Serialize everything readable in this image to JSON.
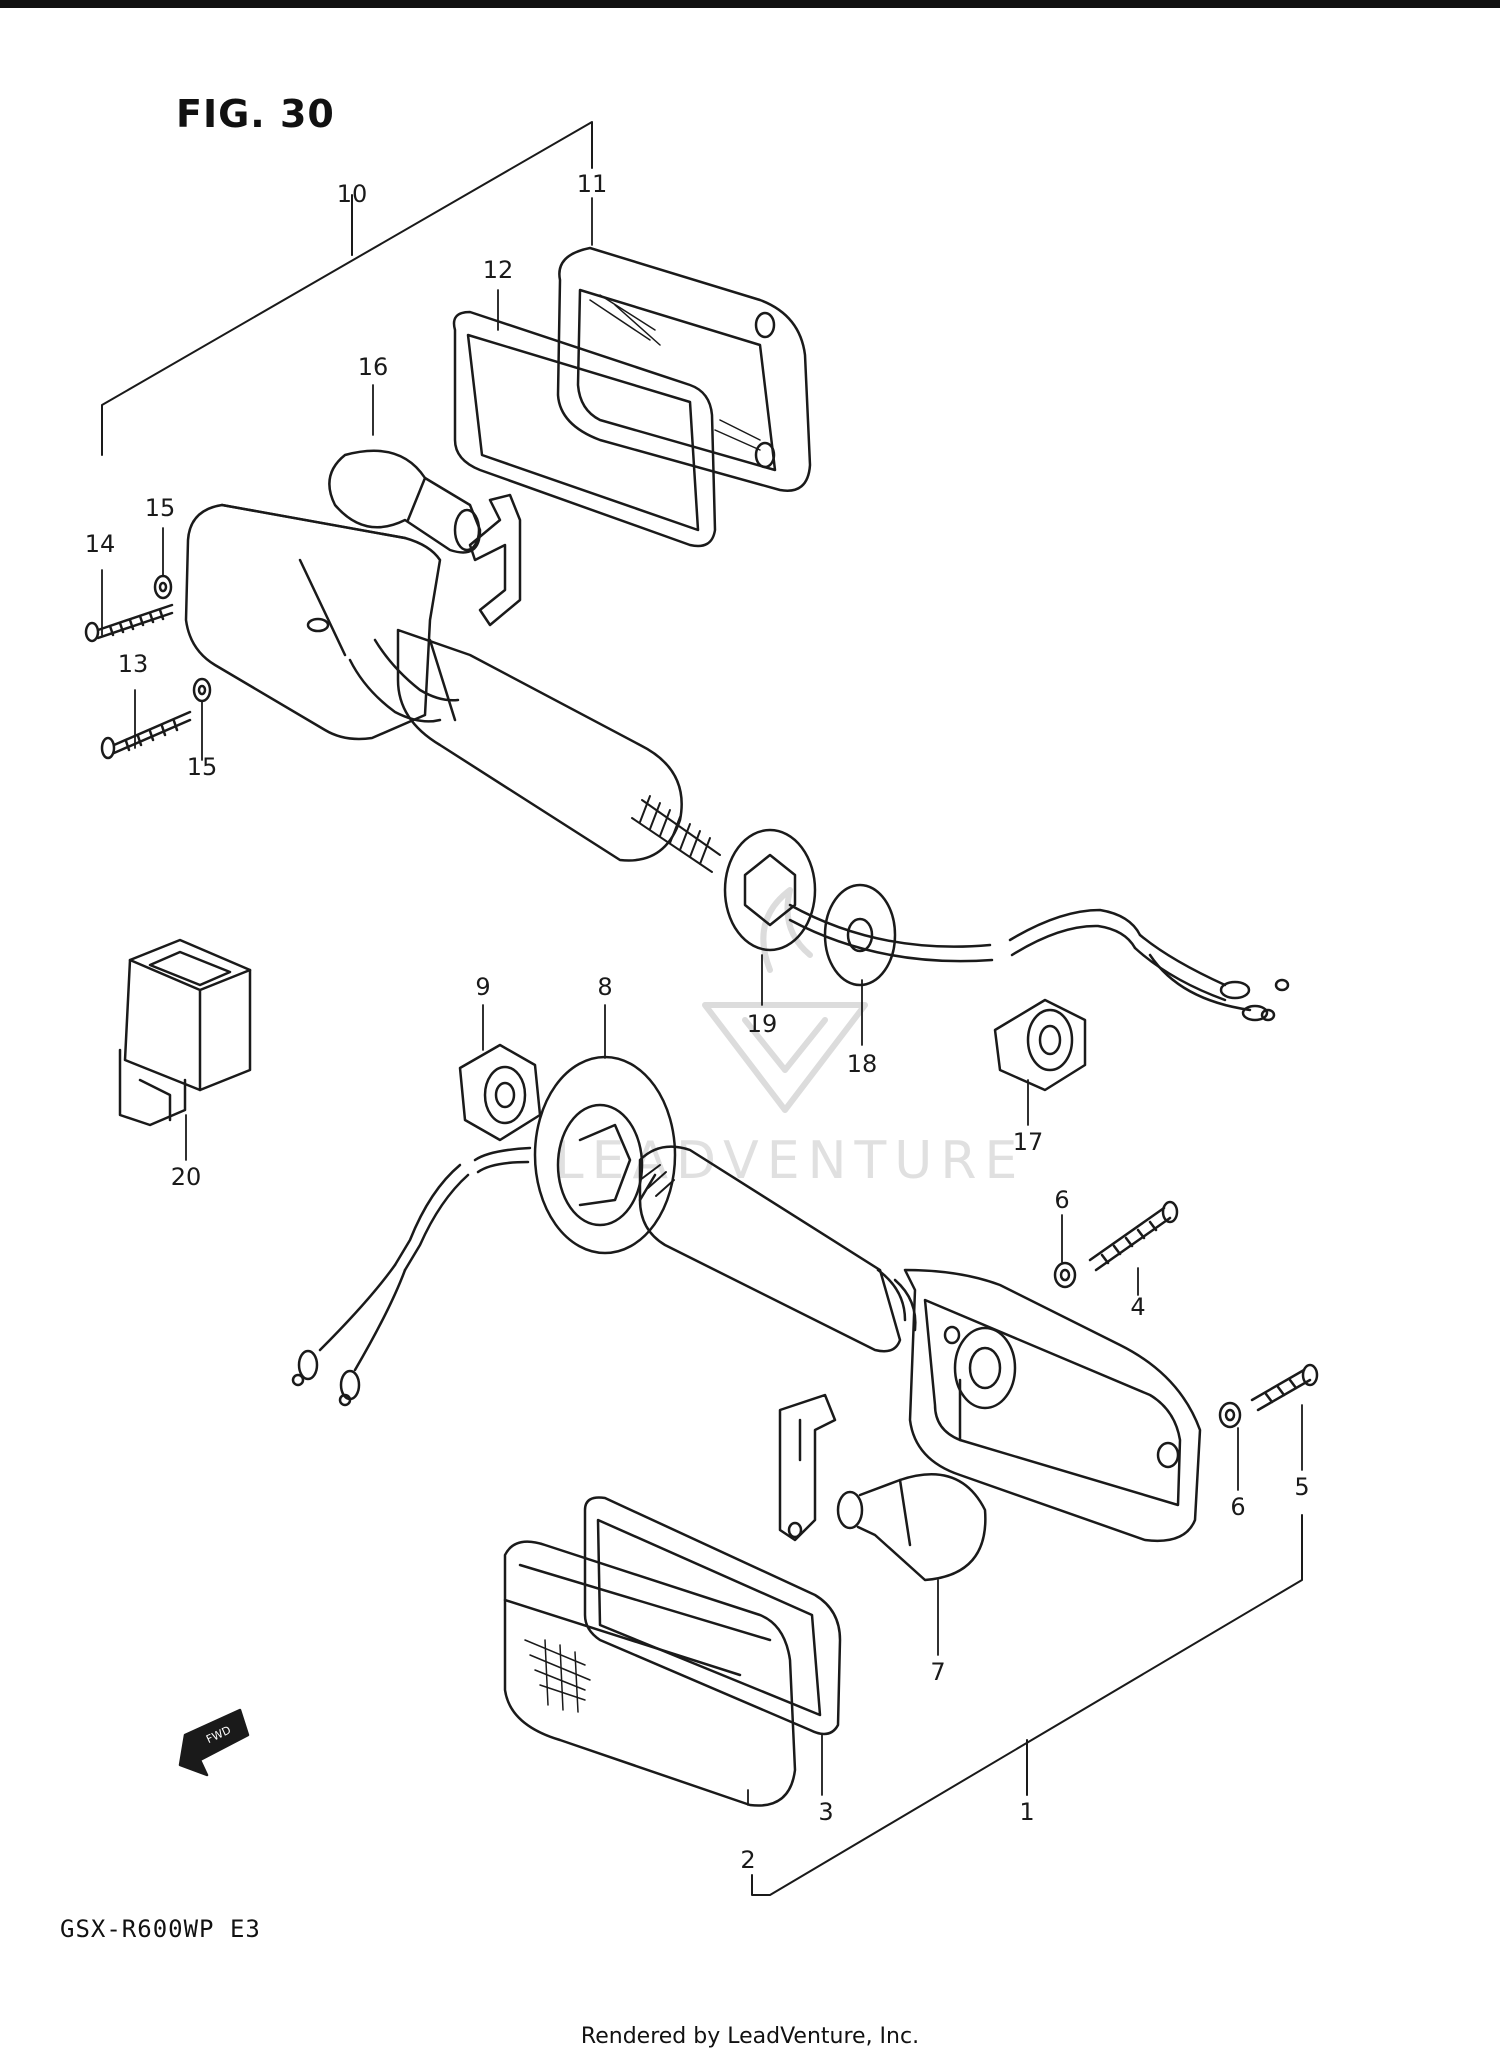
{
  "figure": {
    "title": "FIG. 30",
    "model": "GSX-R600WP  E3"
  },
  "footer": "Rendered by LeadVenture, Inc.",
  "watermark": "LEADVENTURE",
  "direction_tag": "FWD",
  "callouts": [
    {
      "id": "1",
      "label": "1"
    },
    {
      "id": "2",
      "label": "2"
    },
    {
      "id": "3",
      "label": "3"
    },
    {
      "id": "4",
      "label": "4"
    },
    {
      "id": "5",
      "label": "5"
    },
    {
      "id": "6a",
      "label": "6"
    },
    {
      "id": "6b",
      "label": "6"
    },
    {
      "id": "7",
      "label": "7"
    },
    {
      "id": "8",
      "label": "8"
    },
    {
      "id": "9",
      "label": "9"
    },
    {
      "id": "10",
      "label": "10"
    },
    {
      "id": "11",
      "label": "11"
    },
    {
      "id": "12",
      "label": "12"
    },
    {
      "id": "13",
      "label": "13"
    },
    {
      "id": "14",
      "label": "14"
    },
    {
      "id": "15a",
      "label": "15"
    },
    {
      "id": "15b",
      "label": "15"
    },
    {
      "id": "16",
      "label": "16"
    },
    {
      "id": "17",
      "label": "17"
    },
    {
      "id": "18",
      "label": "18"
    },
    {
      "id": "19",
      "label": "19"
    },
    {
      "id": "20",
      "label": "20"
    }
  ],
  "colors": {
    "line": "#1a1a1a",
    "watermark": "#d9d9d9"
  }
}
